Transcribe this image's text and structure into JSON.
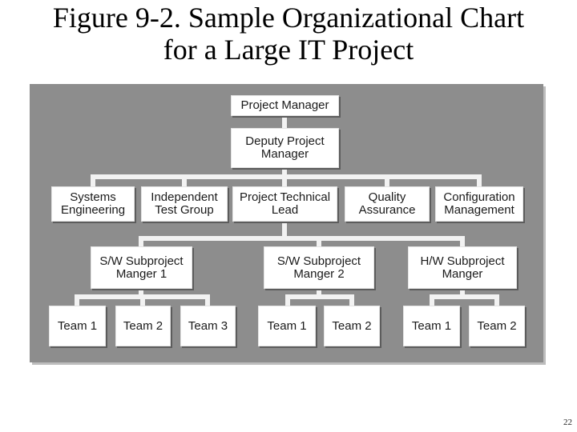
{
  "slide": {
    "title_line1": "Figure 9-2. Sample Organizational Chart",
    "title_line2": "for a Large IT Project",
    "page_number": "22"
  },
  "org_chart": {
    "project_manager": "Project Manager",
    "deputy_project_manager": "Deputy Project\nManager",
    "staff": [
      "Systems\nEngineering",
      "Independent\nTest Group",
      "Project Technical\nLead",
      "Quality\nAssurance",
      "Configuration\nManagement"
    ],
    "subprojects": [
      {
        "label": "S/W Subproject\nManger 1",
        "teams": [
          "Team 1",
          "Team 2",
          "Team 3"
        ]
      },
      {
        "label": "S/W Subproject\nManger 2",
        "teams": [
          "Team 1",
          "Team 2"
        ]
      },
      {
        "label": "H/W Subproject\nManger",
        "teams": [
          "Team 1",
          "Team 2"
        ]
      }
    ]
  },
  "colors": {
    "panel_background": "#8d8d8d",
    "box_background": "#ffffff",
    "connector": "#f2f2f2"
  }
}
